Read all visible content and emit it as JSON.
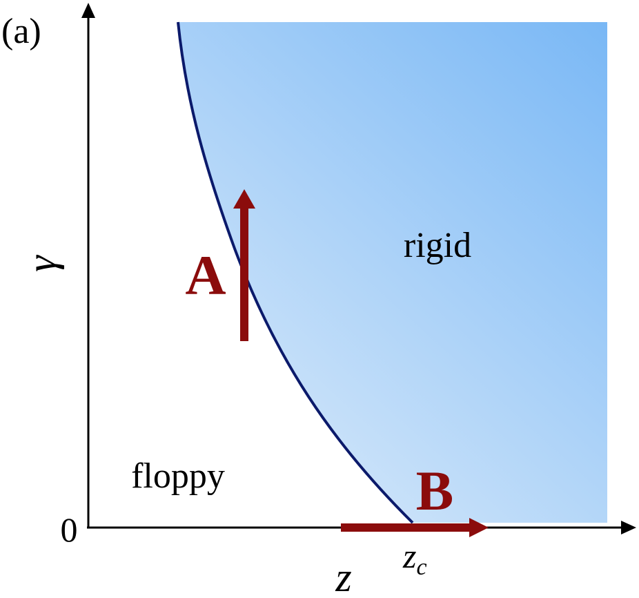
{
  "panel_label": "(a)",
  "y_axis_label": "γ",
  "x_axis_label": "z",
  "origin_tick_label": "0",
  "critical_point_label": "z",
  "critical_point_subscript": "c",
  "regions": {
    "rigid_label": "rigid",
    "floppy_label": "floppy"
  },
  "arrows": {
    "a_label": "A",
    "b_label": "B"
  },
  "colors": {
    "boundary_curve": "#0b1a6b",
    "arrow": "#8b0c0c",
    "rigid_fill_light": "#e3effb",
    "rigid_fill_dark": "#7ab8f5",
    "axes": "#000000"
  }
}
